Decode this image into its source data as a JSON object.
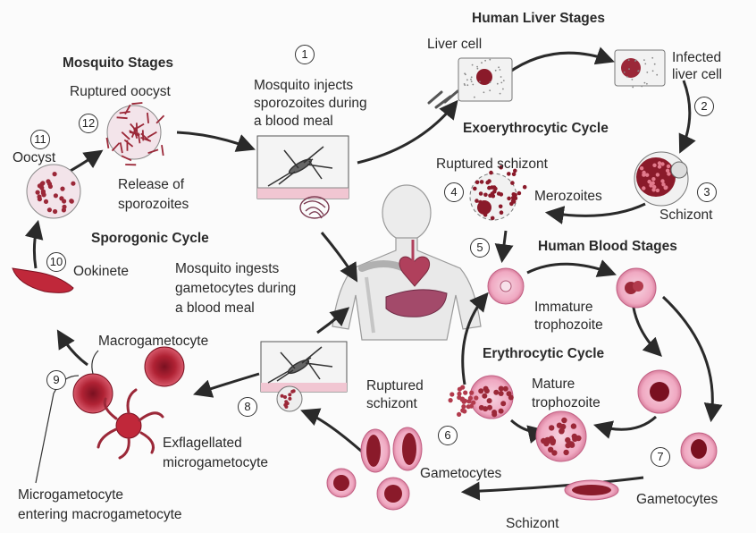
{
  "headings": {
    "liver_stages": "Human Liver Stages",
    "mosquito_stages": "Mosquito Stages",
    "exoerythrocytic_cycle": "Exoerythrocytic Cycle",
    "sporogonic_cycle": "Sporogonic Cycle",
    "blood_stages": "Human Blood Stages",
    "erythrocytic_cycle": "Erythrocytic Cycle"
  },
  "steps": [
    "1",
    "2",
    "3",
    "4",
    "5",
    "6",
    "7",
    "8",
    "9",
    "10",
    "11",
    "12"
  ],
  "labels": {
    "liver_cell": "Liver cell",
    "infected_liver_cell": [
      "Infected",
      "liver cell"
    ],
    "injects": [
      "Mosquito injects",
      "sporozoites during",
      "a blood meal"
    ],
    "ruptured_oocyst": "Ruptured oocyst",
    "oocyst": "Oocyst",
    "release": [
      "Release of",
      "sporozoites"
    ],
    "ruptured_schizont_liver": "Ruptured schizont",
    "merozoites": "Merozoites",
    "schizont_liver": "Schizont",
    "ookinete": "Ookinete",
    "ingests": [
      "Mosquito ingests",
      "gametocytes during",
      "a blood meal"
    ],
    "immature_troph": [
      "Immature",
      "trophozoite"
    ],
    "macrogametocyte": "Macrogametocyte",
    "ruptured_schizont_blood": [
      "Ruptured",
      "schizont"
    ],
    "mature_troph": [
      "Mature",
      "trophozoite"
    ],
    "exflagellated": [
      "Exflagellated",
      "microgametocyte"
    ],
    "gametocytes_left": "Gametocytes",
    "gametocytes_right": "Gametocytes",
    "microgametocyte": [
      "Microgametocyte",
      "entering macrogametocyte"
    ],
    "schizont_blood": "Schizont"
  },
  "colors": {
    "ink": "#2a2a2a",
    "cell_red": "#c0283a",
    "cell_pink": "#f2b7cc",
    "dot": "#8a1a2a",
    "body_gray": "#e6e6e6",
    "organ": "#a34a6a"
  }
}
